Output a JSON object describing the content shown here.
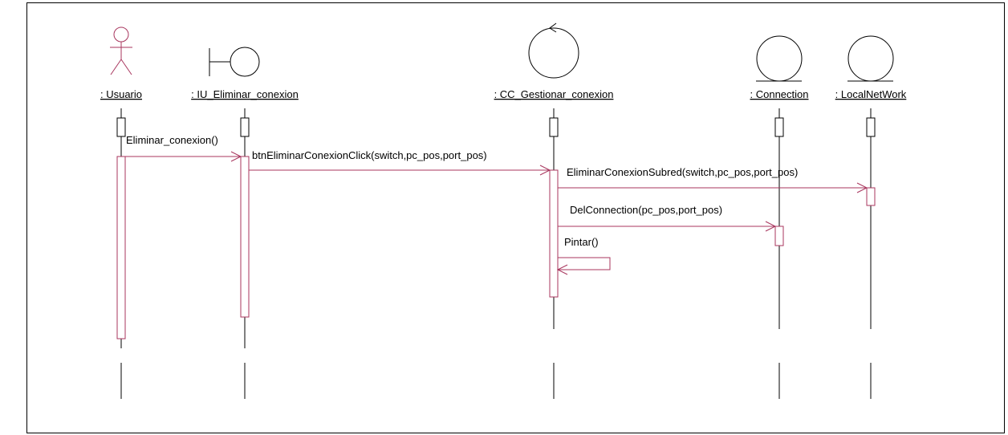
{
  "diagram": {
    "type": "sequence",
    "colors": {
      "message": "#a8365e",
      "activation": "#a8365e",
      "line": "#000000"
    },
    "participants": [
      {
        "id": "usuario",
        "label": ": Usuario",
        "kind": "actor"
      },
      {
        "id": "iu",
        "label": ": IU_Eliminar_conexion",
        "kind": "boundary"
      },
      {
        "id": "cc",
        "label": ": CC_Gestionar_conexion",
        "kind": "control"
      },
      {
        "id": "conn",
        "label": ": Connection",
        "kind": "entity"
      },
      {
        "id": "lan",
        "label": ": LocalNetWork",
        "kind": "entity"
      }
    ],
    "messages": [
      {
        "from": "usuario",
        "to": "iu",
        "label": "Eliminar_conexion()"
      },
      {
        "from": "iu",
        "to": "cc",
        "label": "btnEliminarConexionClick(switch,pc_pos,port_pos)"
      },
      {
        "from": "cc",
        "to": "lan",
        "label": "EliminarConexionSubred(switch,pc_pos,port_pos)"
      },
      {
        "from": "cc",
        "to": "conn",
        "label": "DelConnection(pc_pos,port_pos)"
      },
      {
        "from": "cc",
        "to": "cc",
        "label": "Pintar()"
      }
    ]
  }
}
